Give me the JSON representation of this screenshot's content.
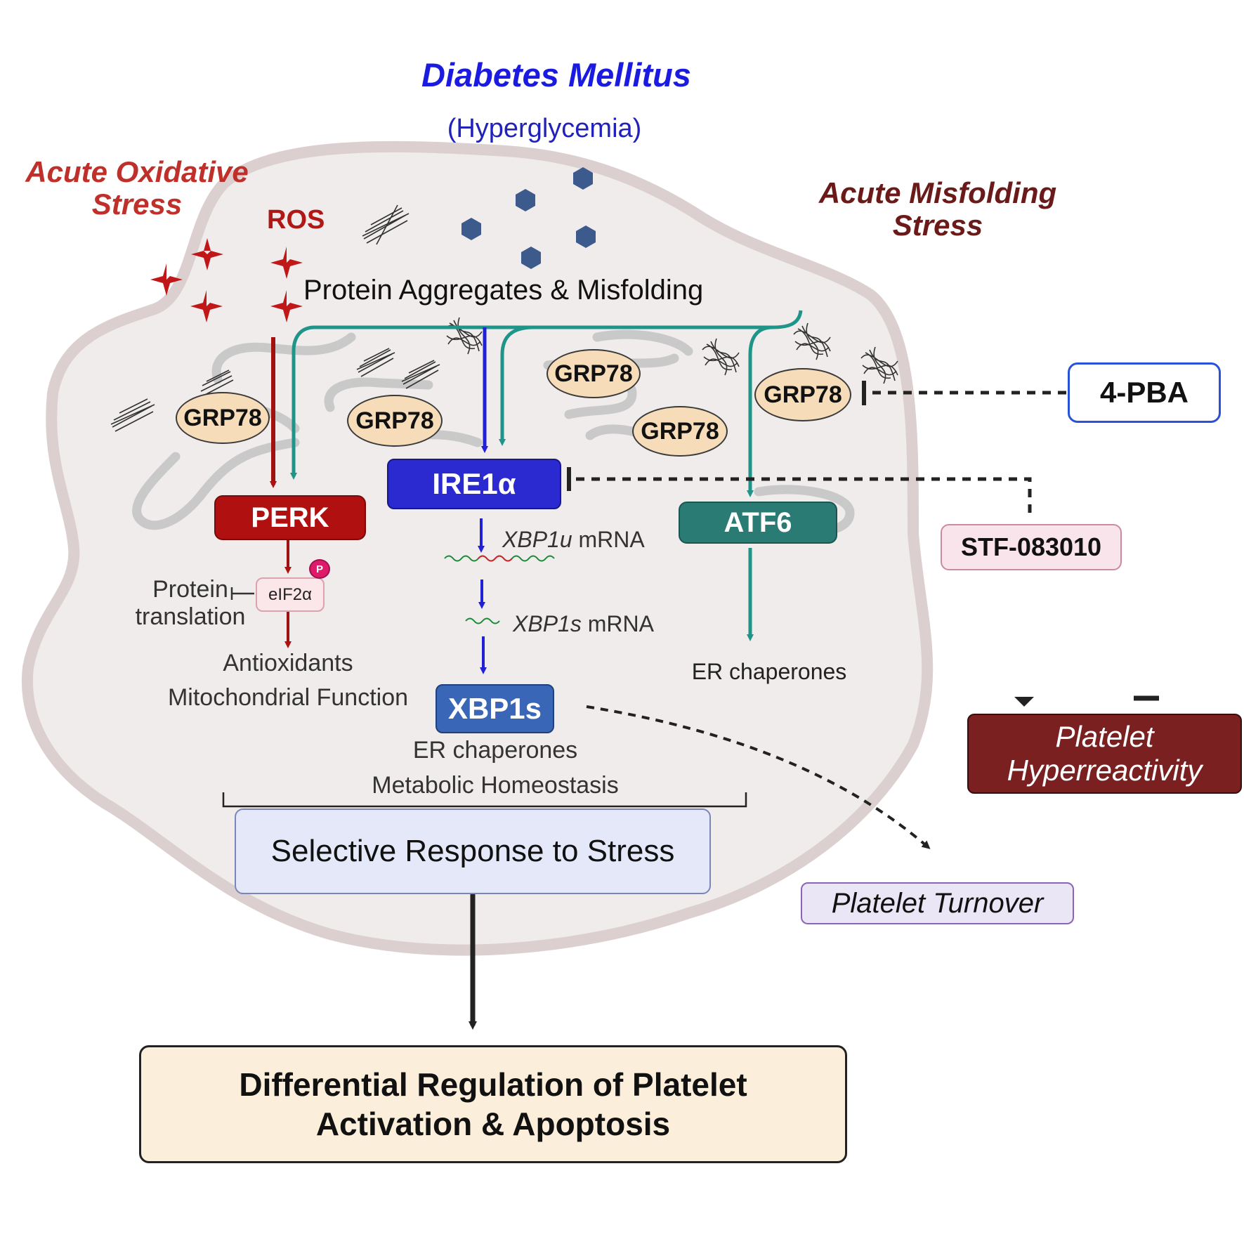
{
  "header": {
    "title": "Diabetes Mellitus",
    "subtitle": "(Hyperglycemia)"
  },
  "stresses": {
    "oxidative_line1": "Acute Oxidative",
    "oxidative_line2": "Stress",
    "misfolding_line1": "Acute Misfolding",
    "misfolding_line2": "Stress"
  },
  "cell": {
    "ros_label": "ROS",
    "aggregates_label": "Protein Aggregates & Misfolding",
    "grp78_label": "GRP78",
    "sensors": {
      "perk": "PERK",
      "ire1a": "IRE1α",
      "atf6": "ATF6"
    },
    "perk_branch": {
      "eif2a": "eIF2α",
      "phospho_badge": "P",
      "protein_translation_line1": "Protein",
      "protein_translation_line2": "translation",
      "outputs_line1": "Antioxidants",
      "outputs_line2": "Mitochondrial Function"
    },
    "ire1a_branch": {
      "xbp1u_gene": "XBP1u",
      "xbp1s_gene": "XBP1s",
      "mrna_suffix": "mRNA",
      "xbp1s_protein": "XBP1s",
      "outputs_line1": "ER chaperones",
      "outputs_line2": "Metabolic Homeostasis"
    },
    "atf6_branch": {
      "output": "ER chaperones"
    }
  },
  "inhibitors": {
    "pba": "4-PBA",
    "stf": "STF-083010"
  },
  "outcomes": {
    "hyperreactivity_line1": "Platelet",
    "hyperreactivity_line2": "Hyperreactivity",
    "turnover": "Platelet Turnover",
    "selective_response": "Selective Response to Stress",
    "final_line1": "Differential Regulation of Platelet",
    "final_line2": "Activation & Apoptosis"
  },
  "colors": {
    "perk": "#b01010",
    "ire1a": "#2a2ad0",
    "atf6": "#2a7b74",
    "teal_arrow": "#1f9488",
    "ros_star": "#c01818",
    "glucose_hex": "#3d5a8c",
    "grp78_fill": "#f6dcb8"
  }
}
